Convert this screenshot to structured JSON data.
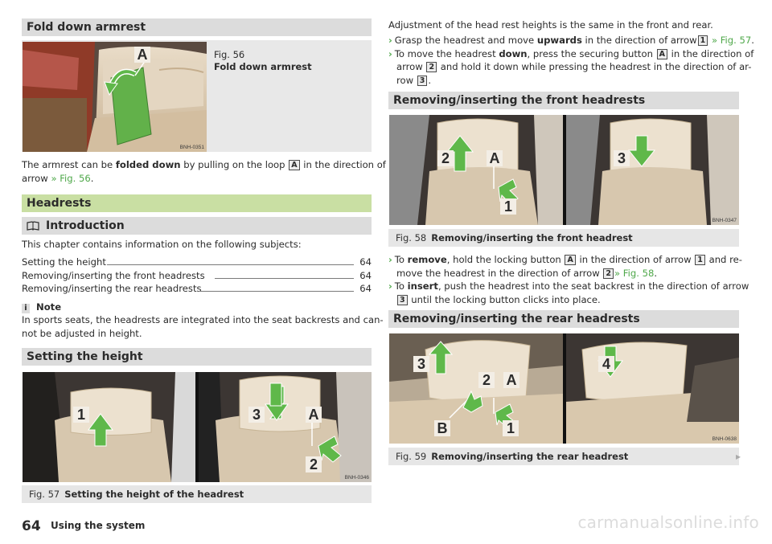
{
  "left": {
    "armrest_heading": "Fold down armrest",
    "fig56_number": "Fig. 56",
    "fig56_title": "Fold down armrest",
    "fig56_ref": "BNH-0351",
    "fig56_callout": "A",
    "armrest_text_1": "The armrest can be ",
    "armrest_text_bold": "folded down",
    "armrest_text_2": " by pulling on the loop ",
    "armrest_key": "A",
    "armrest_text_3": " in the direction of",
    "armrest_text_4": "arrow ",
    "armrest_link": "» Fig. 56",
    "armrest_text_5": ".",
    "headrests_heading": "Headrests",
    "intro_heading": "Introduction",
    "intro_text": "This chapter contains information on the following subjects:",
    "toc": [
      {
        "label": "Setting the height",
        "page": "64"
      },
      {
        "label": "Removing/inserting the front headrests",
        "page": "64"
      },
      {
        "label": "Removing/inserting the rear headrests",
        "page": "64"
      }
    ],
    "note_label": "Note",
    "note_line1": "In sports seats, the headrests are integrated into the seat backrests and can-",
    "note_line2": "not be adjusted in height.",
    "setting_heading": "Setting the height",
    "fig57_ref": "BNH-0346",
    "fig57_callouts": [
      "1",
      "3",
      "A",
      "2"
    ],
    "fig57_number": "Fig. 57",
    "fig57_title": "Setting the height of the headrest"
  },
  "right": {
    "intro_line": "Adjustment of the head rest heights is the same in the front and rear.",
    "step1_a": "Grasp the headrest and move ",
    "step1_bold": "upwards",
    "step1_b": " in the direction of arrow",
    "step1_key": "1",
    "step1_link": " » Fig. 57",
    "step1_c": ".",
    "step2_a": "To move the headrest ",
    "step2_bold": "down",
    "step2_b": ", press the securing button ",
    "step2_key": "A",
    "step2_c": " in the direction of",
    "step2_d": "arrow ",
    "step2_key2": "2",
    "step2_e": " and hold it down while pressing the headrest in the direction of ar-",
    "step2_f": "row ",
    "step2_key3": "3",
    "step2_g": ".",
    "front_heading": "Removing/inserting the front headrests",
    "fig58_ref": "BNH-0347",
    "fig58_callouts": [
      "2",
      "A",
      "1",
      "3"
    ],
    "fig58_number": "Fig. 58",
    "fig58_title": "Removing/inserting the front headrest",
    "rem_a": "To ",
    "rem_bold": "remove",
    "rem_b": ", hold the locking button ",
    "rem_key": "A",
    "rem_c": " in the direction of arrow ",
    "rem_key2": "1",
    "rem_d": " and re-",
    "rem_e": "move the headrest in the direction of arrow ",
    "rem_key3": "2",
    "rem_link": "» Fig. 58",
    "rem_f": ".",
    "ins_a": "To ",
    "ins_bold": "insert",
    "ins_b": ", push the headrest into the seat backrest in the direction of arrow",
    "ins_key": "3",
    "ins_c": " until the locking button clicks into place.",
    "rear_heading": "Removing/inserting the rear headrests",
    "fig59_ref": "BNH-0638",
    "fig59_callouts": [
      "3",
      "2",
      "A",
      "B",
      "1",
      "4"
    ],
    "fig59_number": "Fig. 59",
    "fig59_title": "Removing/inserting the rear headrest"
  },
  "footer": {
    "page_number": "64",
    "section_title": "Using the system",
    "watermark": "carmanualsonline.info",
    "continue_arrow": "▸"
  },
  "colors": {
    "heading_bg": "#dcdcdc",
    "heading_green_bg": "#c9dfa3",
    "caption_bg": "#e6e6e6",
    "link_green": "#4fa84a",
    "arrow_green": "#5fb84a"
  }
}
